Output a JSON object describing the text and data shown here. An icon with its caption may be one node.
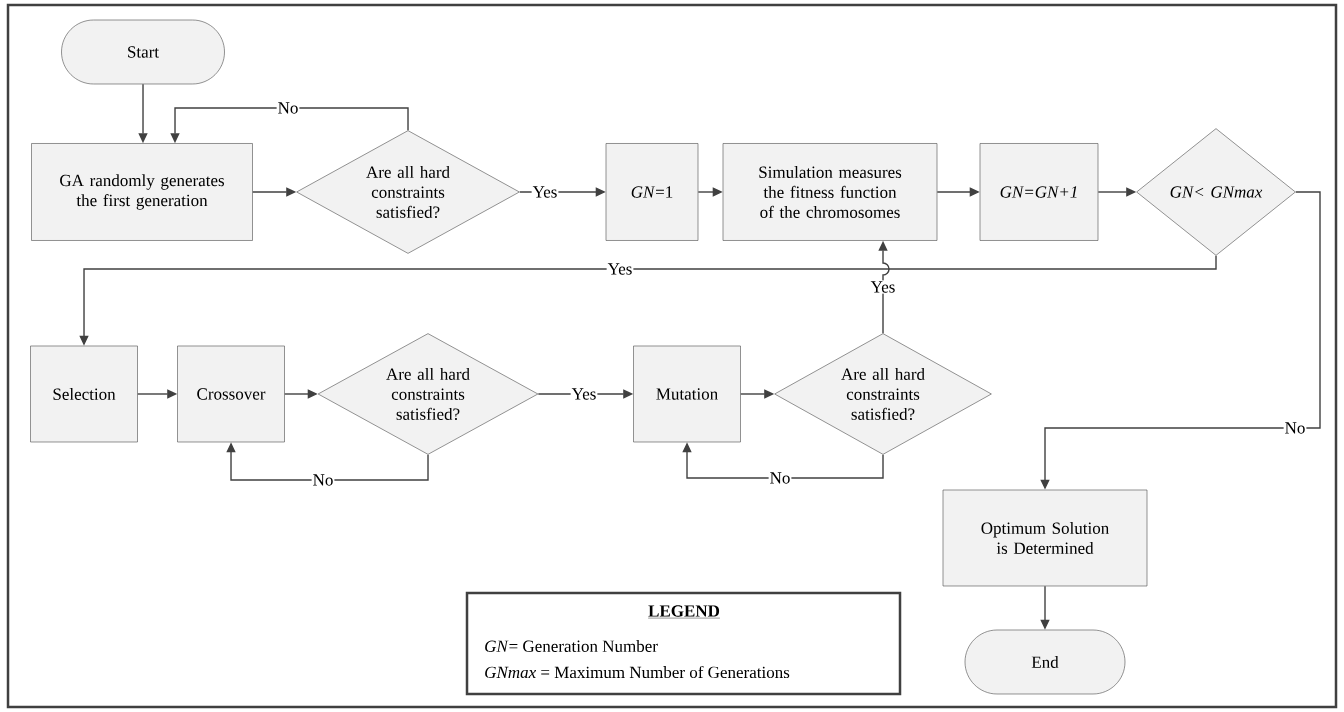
{
  "diagram": {
    "nodes": [
      {
        "text": [
          "Start"
        ]
      },
      {
        "text": [
          "GA randomly generates the first generation"
        ]
      },
      {
        "text": [
          "Are all hard constraints satisfied?"
        ]
      },
      {
        "text": [
          "*GN*=1"
        ]
      },
      {
        "text": [
          "Simulation measures the fitness function of the chromosomes"
        ]
      },
      {
        "text": [
          "GN=GN+1"
        ]
      },
      {
        "text": [
          "GN< GNmax"
        ]
      },
      {
        "text": [
          "Selection"
        ]
      },
      {
        "text": [
          "Crossover"
        ]
      },
      {
        "text": [
          "Are all hard constraints satisfied?"
        ]
      },
      {
        "text": [
          "Mutation"
        ]
      },
      {
        "text": [
          "Are all hard constraints satisfied?"
        ]
      },
      {
        "text": [
          "Optimum Solution is Determined"
        ]
      },
      {
        "text": [
          "End"
        ]
      }
    ],
    "edges": [
      {
        "from": 0,
        "to": 1,
        "arrow": "to"
      },
      {
        "from": 1,
        "to": 2,
        "arrow": "to"
      },
      {
        "from": 2,
        "to": 1,
        "arrow": "to",
        "label": "No"
      },
      {
        "from": 2,
        "to": 3,
        "arrow": "to",
        "label": "Yes"
      },
      {
        "from": 3,
        "to": 4,
        "arrow": "to"
      },
      {
        "from": 4,
        "to": 5,
        "arrow": "to"
      },
      {
        "from": 5,
        "to": 6,
        "arrow": "to"
      },
      {
        "from": 6,
        "to": 7,
        "arrow": "to",
        "label": "Yes"
      },
      {
        "from": 6,
        "to": 12,
        "arrow": "to",
        "label": "No"
      },
      {
        "from": 7,
        "to": 8,
        "arrow": "to"
      },
      {
        "from": 8,
        "to": 9,
        "arrow": "to"
      },
      {
        "from": 9,
        "to": 8,
        "arrow": "to",
        "label": "No"
      },
      {
        "from": 9,
        "to": 10,
        "arrow": "to",
        "label": "Yes"
      },
      {
        "from": 10,
        "to": 11,
        "arrow": "to"
      },
      {
        "from": 11,
        "to": 10,
        "arrow": "to",
        "label": "No"
      },
      {
        "from": 11,
        "to": 4,
        "arrow": "to",
        "label": "Yes"
      },
      {
        "from": 12,
        "to": 13,
        "arrow": "to"
      }
    ],
    "labels": [
      "LEGEND",
      "*GN*= Generation Number",
      "*GNmax* = Maximum Number of Generations"
    ]
  }
}
